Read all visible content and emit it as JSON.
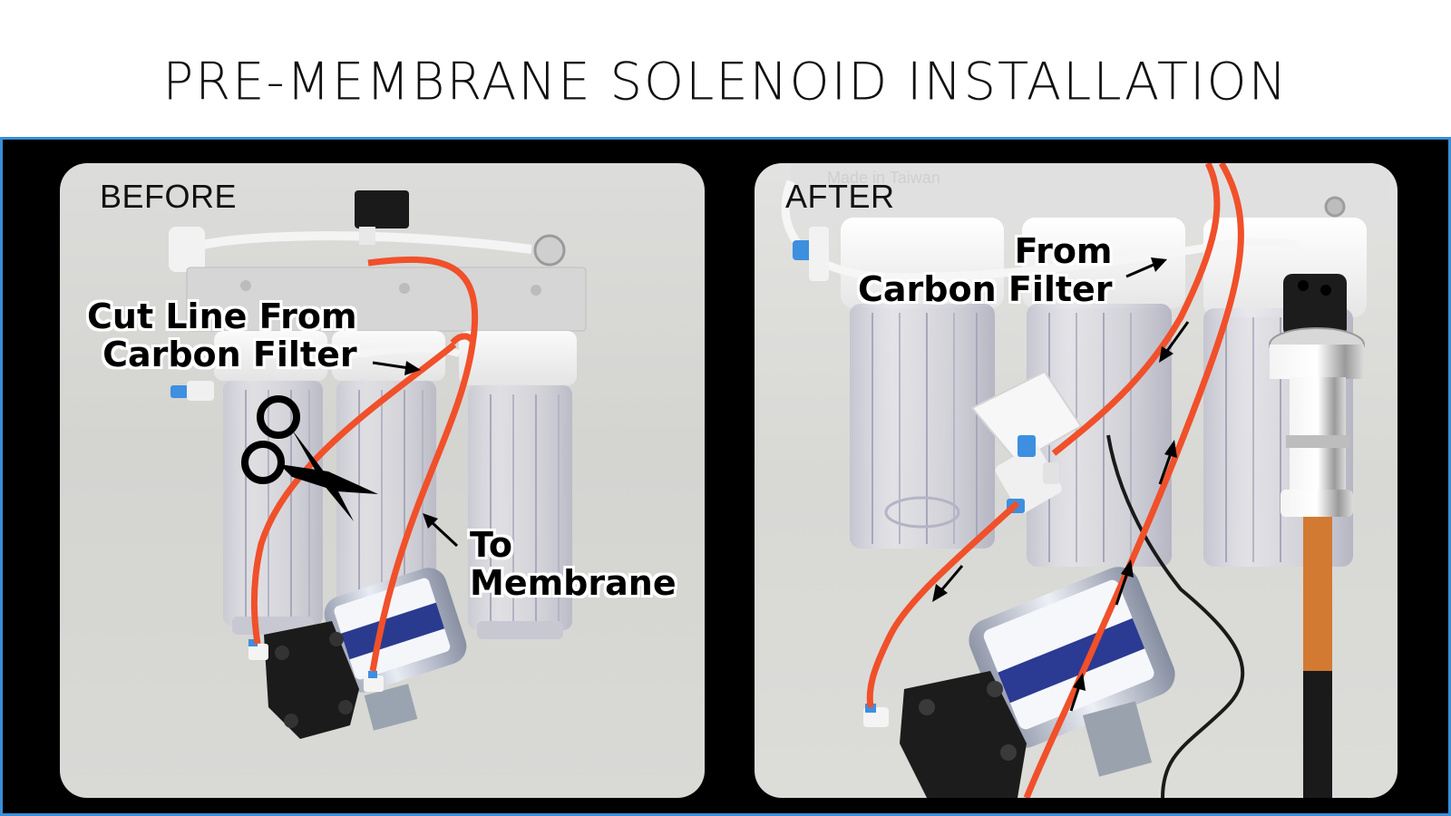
{
  "title": "PRE-MEMBRANE SOLENOID INSTALLATION",
  "colors": {
    "frame_border": "#3a8fd6",
    "frame_background": "#000000",
    "panel_background": "#d8d8d5",
    "tubing": "#f0502a",
    "callout_text": "#000000",
    "callout_outline": "#ffffff"
  },
  "panels": [
    {
      "label": "BEFORE",
      "callouts": [
        {
          "lines": [
            "Cut Line From",
            "Carbon Filter"
          ],
          "arrow": "right"
        },
        {
          "lines": [
            "To",
            "Membrane"
          ],
          "arrow": "up-left"
        }
      ],
      "icons": [
        "scissors-icon"
      ]
    },
    {
      "label": "AFTER",
      "callouts": [
        {
          "lines": [
            "From",
            "Carbon Filter"
          ],
          "arrow": "up-right"
        }
      ],
      "flow_arrows": 5
    }
  ]
}
